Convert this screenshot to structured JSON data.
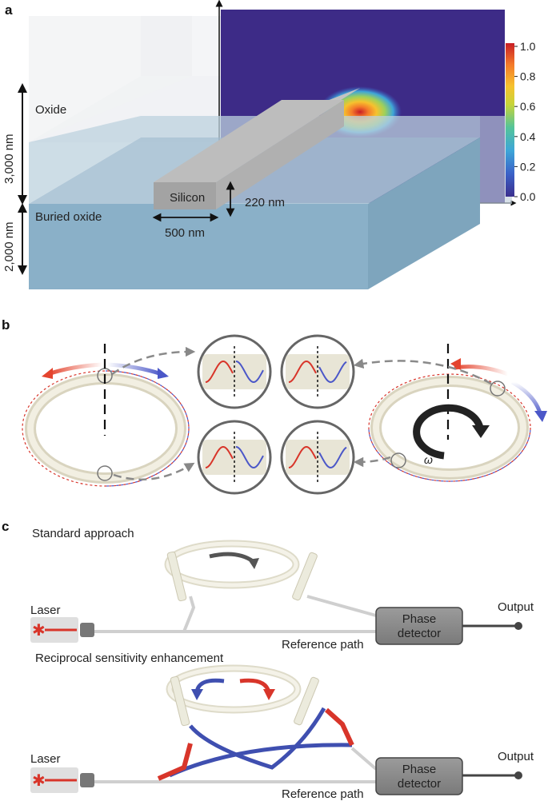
{
  "panel_a": {
    "letter": "a",
    "oxide_label": "Oxide",
    "buried_oxide_label": "Buried oxide",
    "silicon_label": "Silicon",
    "height_oxide": "3,000 nm",
    "height_buried": "2,000 nm",
    "waveguide_height": "220 nm",
    "waveguide_width": "500 nm",
    "colorbar_ticks": [
      "1.0",
      "0.8",
      "0.6",
      "0.4",
      "0.2",
      "0.0"
    ],
    "colormap": [
      "#3b2f8e",
      "#3b62c8",
      "#3ea6d8",
      "#54c49a",
      "#c6d43a",
      "#f6c22e",
      "#f47a2a",
      "#c81d25"
    ]
  },
  "panel_b": {
    "letter": "b",
    "omega": "ω",
    "colors": {
      "cw": "#d8352a",
      "ccw": "#4b57c8"
    }
  },
  "panel_c": {
    "letter": "c",
    "standard_title": "Standard approach",
    "reciprocal_title": "Reciprocal sensitivity enhancement",
    "laser_label": "Laser",
    "detector_line1": "Phase",
    "detector_line2": "detector",
    "output_label": "Output",
    "reference_label": "Reference path"
  }
}
